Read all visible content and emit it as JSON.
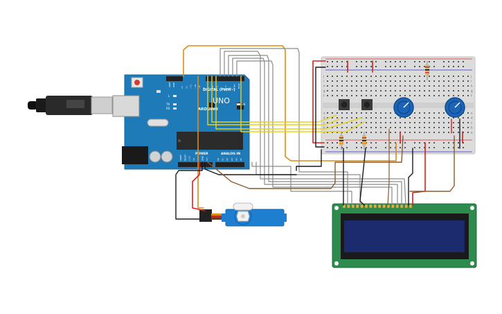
{
  "arduino": {
    "digital_label": "DIGITAL (PWM~)",
    "brand_label": "ARDUINO",
    "model_label": "UNO",
    "power_label": "POWER",
    "analog_label": "ANALOG IN",
    "on_label": "ON",
    "l_label": "L",
    "tx_label": "TX",
    "rx_label": "RX",
    "aref_label": "AREF",
    "gnd_label": "GND",
    "digital_pins": [
      "13",
      "12",
      "~11",
      "~10",
      "~9",
      "8",
      "7",
      "~6",
      "~5",
      "4",
      "~3",
      "2",
      "TX▸1",
      "RX◂0"
    ],
    "power_pins": [
      "IOREF",
      "RESET",
      "3.3V",
      "5V",
      "GND",
      "GND",
      "Vin"
    ],
    "analog_pins": [
      "A0",
      "A1",
      "A2",
      "A3",
      "A4",
      "A5"
    ]
  },
  "breadboard": {
    "row_letters": [
      "a",
      "b",
      "c",
      "d",
      "e",
      "f",
      "g",
      "h",
      "i",
      "j"
    ]
  },
  "colors": {
    "arduino_board": "#1f7bb8",
    "breadboard": "#dcdcdc",
    "lcd_pcb": "#2e8b4e",
    "lcd_screen": "#1c2a6e",
    "servo": "#1e7fd0",
    "potentiometer": "#1b64b8",
    "wire_orange": "#e08a14",
    "wire_grey": "#8a8a8a",
    "wire_yellow": "#e8d21a",
    "wire_red": "#d81e1e",
    "wire_black": "#1a1a1a",
    "wire_brown": "#8b5a2b"
  }
}
